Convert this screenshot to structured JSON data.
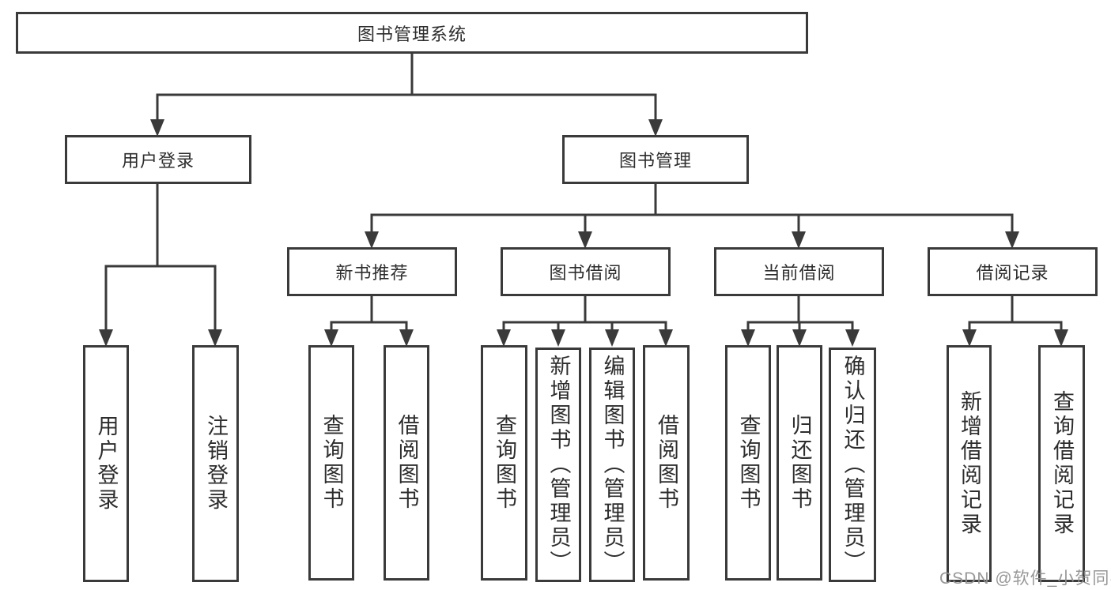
{
  "diagram": {
    "root": "图书管理系统",
    "branches": [
      {
        "label": "用户登录",
        "children": [
          "用户登录",
          "注销登录"
        ]
      },
      {
        "label": "图书管理",
        "sections": [
          {
            "label": "新书推荐",
            "children": [
              "查询图书",
              "借阅图书"
            ]
          },
          {
            "label": "图书借阅",
            "children": [
              "查询图书",
              "新增图书（管理员）",
              "编辑图书（管理员）",
              "借阅图书"
            ]
          },
          {
            "label": "当前借阅",
            "children": [
              "查询图书",
              "归还图书",
              "确认归还（管理员）"
            ]
          },
          {
            "label": "借阅记录",
            "children": [
              "新增借阅记录",
              "查询借阅记录"
            ]
          }
        ]
      }
    ]
  },
  "watermark": "CSDN @软件_小贺同学",
  "colors": {
    "line": "#3a3a3a",
    "box_border": "#3a3a3a",
    "box_fill": "#ffffff",
    "text": "#2d2d2d",
    "watermark": "#919191"
  }
}
